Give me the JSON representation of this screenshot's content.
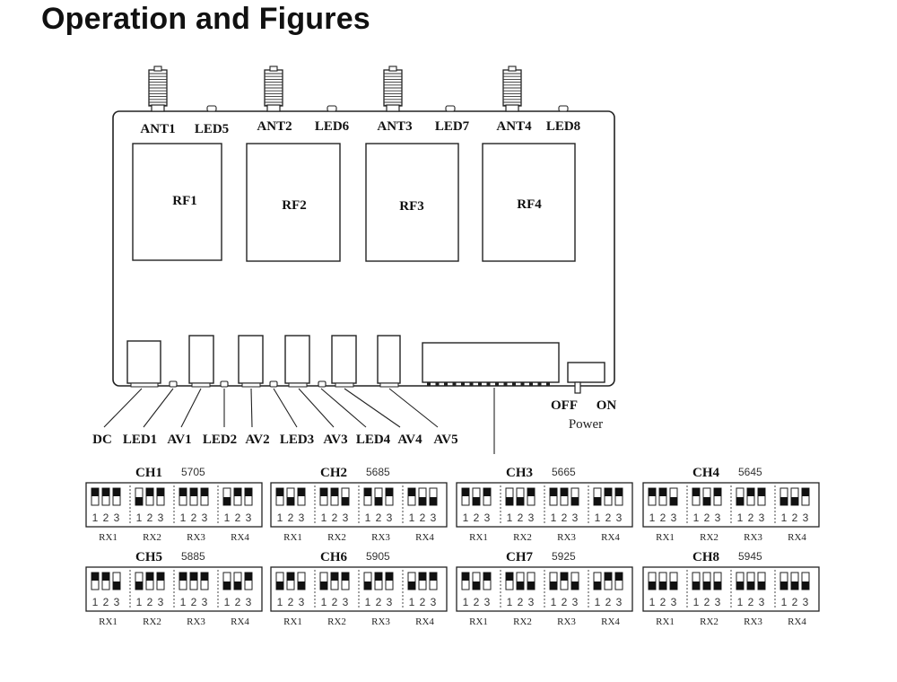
{
  "title": "Operation and Figures",
  "device": {
    "antennas": [
      "ANT1",
      "ANT2",
      "ANT3",
      "ANT4"
    ],
    "antenna_leds": [
      "LED5",
      "LED6",
      "LED7",
      "LED8"
    ],
    "modules": [
      "RF1",
      "RF2",
      "RF3",
      "RF4"
    ],
    "bottom_ports": [
      "DC",
      "LED1",
      "AV1",
      "LED2",
      "AV2",
      "LED3",
      "AV3",
      "LED4",
      "AV4",
      "AV5"
    ],
    "power": {
      "off": "OFF",
      "on": "ON",
      "label": "Power"
    }
  },
  "dip_switch_numbers": [
    "1",
    "2",
    "3"
  ],
  "receivers": [
    "RX1",
    "RX2",
    "RX3",
    "RX4"
  ],
  "channels": [
    {
      "name": "CH1",
      "freq": "5705"
    },
    {
      "name": "CH2",
      "freq": "5685"
    },
    {
      "name": "CH3",
      "freq": "5665"
    },
    {
      "name": "CH4",
      "freq": "5645"
    },
    {
      "name": "CH5",
      "freq": "5885"
    },
    {
      "name": "CH6",
      "freq": "5905"
    },
    {
      "name": "CH7",
      "freq": "5925"
    },
    {
      "name": "CH8",
      "freq": "5945"
    }
  ],
  "colors": {
    "line": "#222222",
    "text": "#111111"
  }
}
